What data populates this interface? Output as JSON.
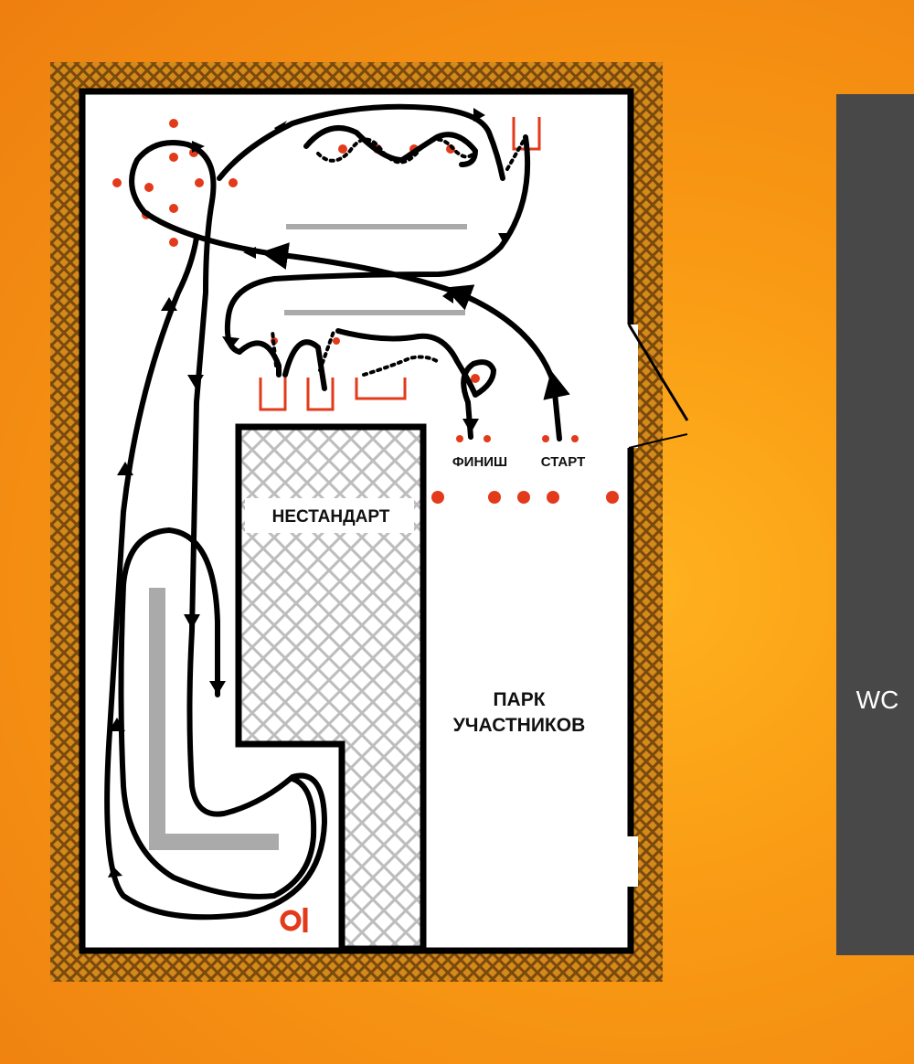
{
  "labels": {
    "finish": "ФИНИШ",
    "start": "СТАРТ",
    "nonstandard": "НЕСТАНДАРТ",
    "park_line1": "ПАРК",
    "park_line2": "УЧАСТНИКОВ",
    "wc": "WC"
  },
  "colors": {
    "background": "#f99a14",
    "fence": "#9a5f10",
    "floor": "#ffffff",
    "route": "#000000",
    "cones": "#e23a1a",
    "wc_block": "#484848",
    "barriers": "#aaaaaa"
  },
  "icons": [
    "route-arrow-icon",
    "cone-icon",
    "gate-icon",
    "logo-icon"
  ]
}
